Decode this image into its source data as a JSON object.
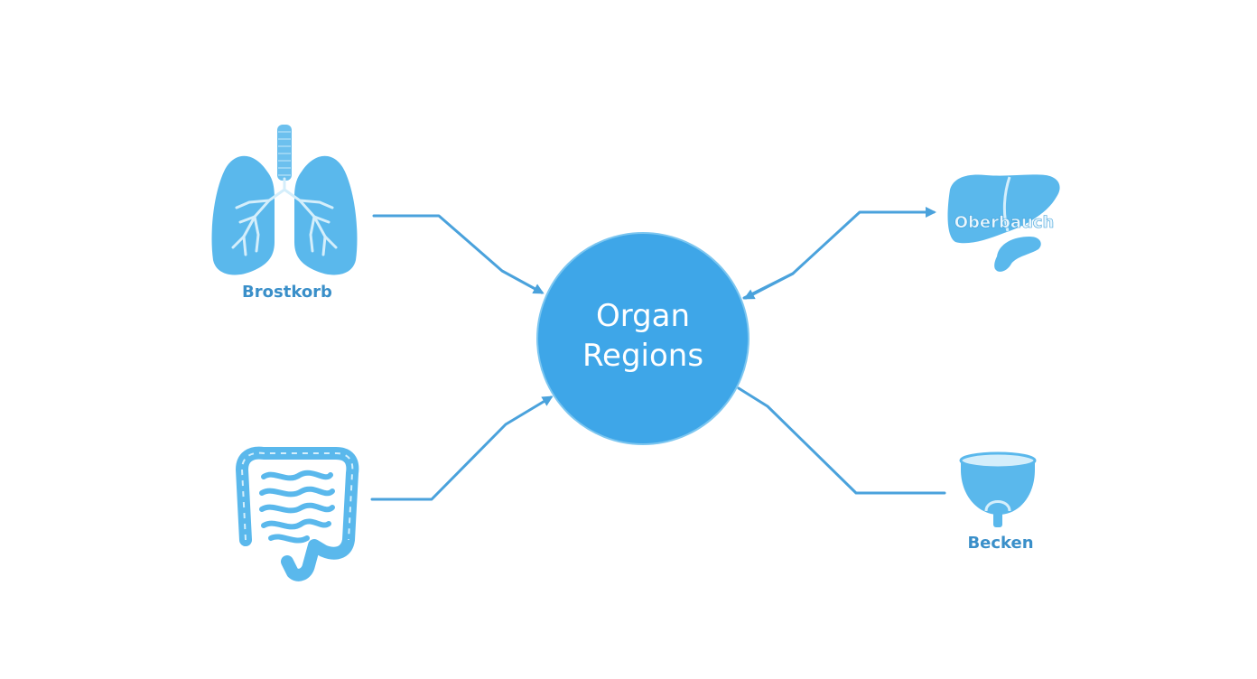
{
  "center": {
    "line1": "Organ",
    "line2": "Regions"
  },
  "regions": [
    {
      "label": "Brostkorb",
      "icon": "lungs-icon"
    },
    {
      "label": "Oberbauch",
      "icon": "liver-icon"
    },
    {
      "label": "",
      "icon": "intestines-icon"
    },
    {
      "label": "Becken",
      "icon": "pelvis-bowl-icon"
    }
  ],
  "colors": {
    "accent": "#3ea6e8",
    "icon_fill": "#5ab8ec",
    "icon_dark": "#3d9fd9",
    "label": "#3a8fc9",
    "line": "#4aa2dc"
  }
}
